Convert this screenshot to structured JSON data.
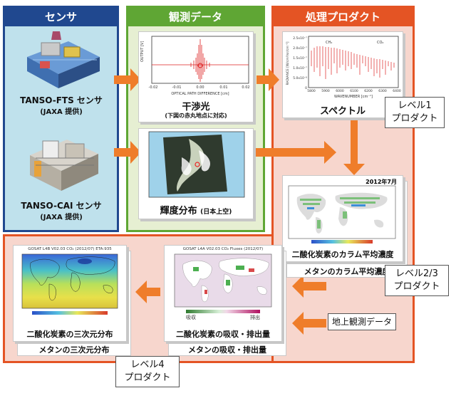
{
  "columns": {
    "sensor": {
      "title": "センサ"
    },
    "observation": {
      "title": "観測データ"
    },
    "processing": {
      "title": "処理プロダクト"
    }
  },
  "sensors": [
    {
      "name": "TANSO-FTS センサ",
      "note": "(JAXA 提供)"
    },
    {
      "name": "TANSO-CAI センサ",
      "note": "(JAXA 提供)"
    }
  ],
  "observations": [
    {
      "caption": "干渉光",
      "sub": "(下図の赤丸地点に対応)",
      "axis_x": "OPTICAL PATH DIFFERENCE [cm]",
      "axis_y": "OUTPUT [V]",
      "ticks_x": [
        "-0.02",
        "-0.01",
        "0.00",
        "0.01",
        "0.02"
      ]
    },
    {
      "caption": "輝度分布",
      "sub": "(日本上空)"
    }
  ],
  "spectrum": {
    "caption": "スペクトル",
    "axis_x": "WAVENUMBER [cm⁻¹]",
    "axis_y": "RADIANCE [W/cm²/sr/cm⁻¹]",
    "gas1": "CH₄",
    "gas2": "CO₂",
    "ticks_x": [
      "5800",
      "5900",
      "6000",
      "6100",
      "6200",
      "6300",
      "6400"
    ],
    "ticks_y": [
      "2.5x10⁻⁷",
      "2.0x10⁻⁷",
      "1.5x10⁻⁷",
      "1.0x10⁻⁷",
      "5.0x10⁻⁸",
      "0"
    ]
  },
  "level1": {
    "line1": "レベル1",
    "line2": "プロダクト"
  },
  "column_avg": {
    "date": "2012年7月",
    "caption": "二酸化炭素のカラム平均濃度",
    "caption_back": "メタンのカラム平均濃度"
  },
  "level23": {
    "line1": "レベル2/3",
    "line2": "プロダクト"
  },
  "ground_obs": {
    "label": "地上観測データ"
  },
  "flux": {
    "caption": "二酸化炭素の吸収・排出量",
    "caption_back": "メタンの吸収・排出量",
    "header": "GOSAT L4A V02.03 CO₂ Fluxes (2012/07)",
    "legend_left": "吸収",
    "legend_right": "排出"
  },
  "distribution": {
    "caption": "二酸化炭素の三次元分布",
    "caption_back": "メタンの三次元分布",
    "header": "GOSAT L4B V02.03 CO₂ (2012/07) ETA:935"
  },
  "level4": {
    "line1": "レベル4",
    "line2": "プロダクト"
  },
  "colors": {
    "sensor_bg": "#bfe1ec",
    "sensor_head": "#20488f",
    "obs_bg": "#e6efd2",
    "obs_head": "#5fa634",
    "proc_bg": "#f7d6cd",
    "proc_head": "#e45424",
    "arrow": "#ef7d2a"
  }
}
